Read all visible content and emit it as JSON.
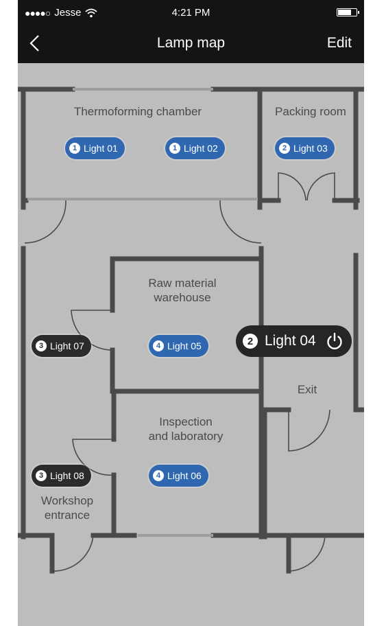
{
  "status_bar": {
    "carrier": "Jesse",
    "signal_dots": "●●●●○",
    "time": "4:21 PM",
    "battery_level": 0.75
  },
  "nav": {
    "title": "Lamp map",
    "edit_label": "Edit"
  },
  "rooms": {
    "thermoforming": "Thermoforming chamber",
    "packing": "Packing room",
    "raw_material": "Raw material\nwarehouse",
    "inspection": "Inspection\nand laboratory",
    "exit": "Exit",
    "workshop": "Workshop\nentrance"
  },
  "lights": [
    {
      "badge": "1",
      "label": "Light 01"
    },
    {
      "badge": "1",
      "label": "Light 02"
    },
    {
      "badge": "2",
      "label": "Light 03"
    },
    {
      "badge": "2",
      "label": "Light 04"
    },
    {
      "badge": "4",
      "label": "Light 05"
    },
    {
      "badge": "4",
      "label": "Light 06"
    },
    {
      "badge": "3",
      "label": "Light 07"
    },
    {
      "badge": "3",
      "label": "Light 08"
    }
  ],
  "colors": {
    "active_light": "#2f68b0",
    "inactive_light": "#2b2b2b",
    "floor": "#bdbdbd",
    "wall": "#4a4a4a",
    "header": "#141414"
  }
}
